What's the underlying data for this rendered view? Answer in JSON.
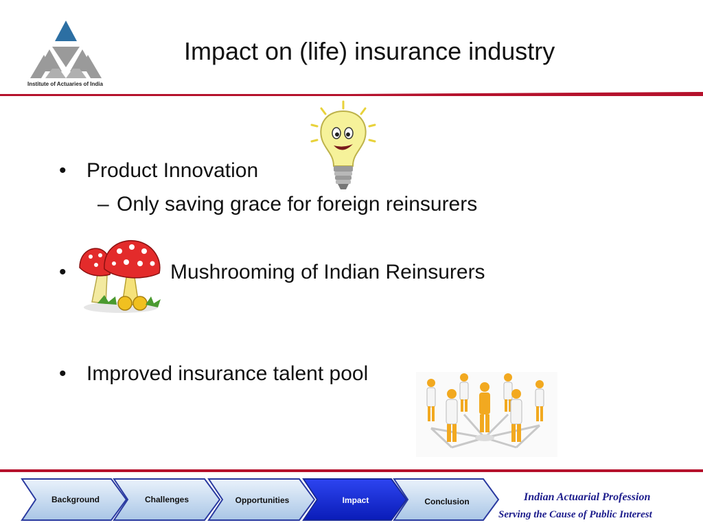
{
  "header": {
    "title": "Impact on (life) insurance industry",
    "logo_caption": "Institute of Actuaries of India"
  },
  "colors": {
    "rule": "#b5112c",
    "nav_normal": "#c9ddef",
    "nav_active": "#1428d6",
    "tagline": "#1c1c8c",
    "logo_blue": "#2c6fa3",
    "logo_grey": "#9a9a9a"
  },
  "bullets": [
    {
      "text": "Product Innovation",
      "level": 1
    },
    {
      "text": "Only saving grace for foreign reinsurers",
      "level": 2
    },
    {
      "text": "Mushrooming of Indian Reinsurers",
      "level": 1
    },
    {
      "text": "Improved insurance talent pool",
      "level": 1
    }
  ],
  "markers": {
    "bullet": "•",
    "dash": "–"
  },
  "illustrations": [
    "lightbulb-icon",
    "mushroom-icon",
    "people-network-icon"
  ],
  "nav": {
    "items": [
      {
        "label": "Background",
        "active": false
      },
      {
        "label": "Challenges",
        "active": false
      },
      {
        "label": "Opportunities",
        "active": false
      },
      {
        "label": "Impact",
        "active": true
      },
      {
        "label": "Conclusion",
        "active": false
      }
    ]
  },
  "footer": {
    "line1": "Indian Actuarial Profession",
    "line2": "Serving the Cause of Public Interest"
  }
}
